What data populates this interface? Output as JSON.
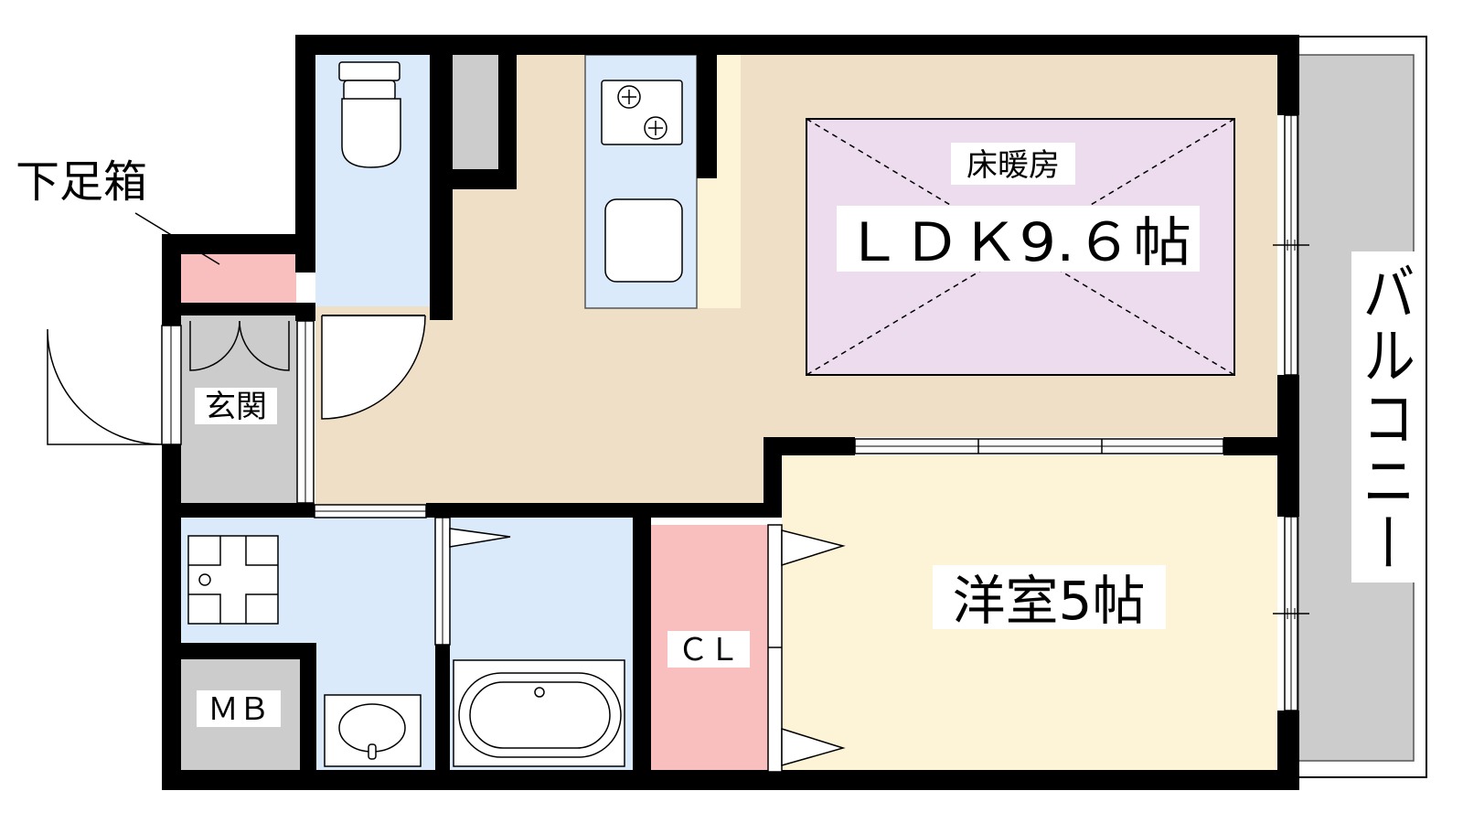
{
  "labels": {
    "shoe_box": "下足箱",
    "entrance": "玄関",
    "floor_heating": "床暖房",
    "ldk": "ＬＤＫ9.６帖",
    "balcony": "バルコニー",
    "closet": "ＣＬ",
    "western_room": "洋室5帖",
    "meter_box": "ＭＢ"
  },
  "colors": {
    "wall": "#000000",
    "ldk_floor": "#eedfc6",
    "floor_heating": "#ecdcee",
    "wet_area": "#dbeafb",
    "western_room": "#fdf3d6",
    "closet": "#f9bfbf",
    "shoe_box": "#f9bfbf",
    "entrance": "#cccccc",
    "balcony": "#cccccc",
    "counter": "#fdf3d6"
  }
}
